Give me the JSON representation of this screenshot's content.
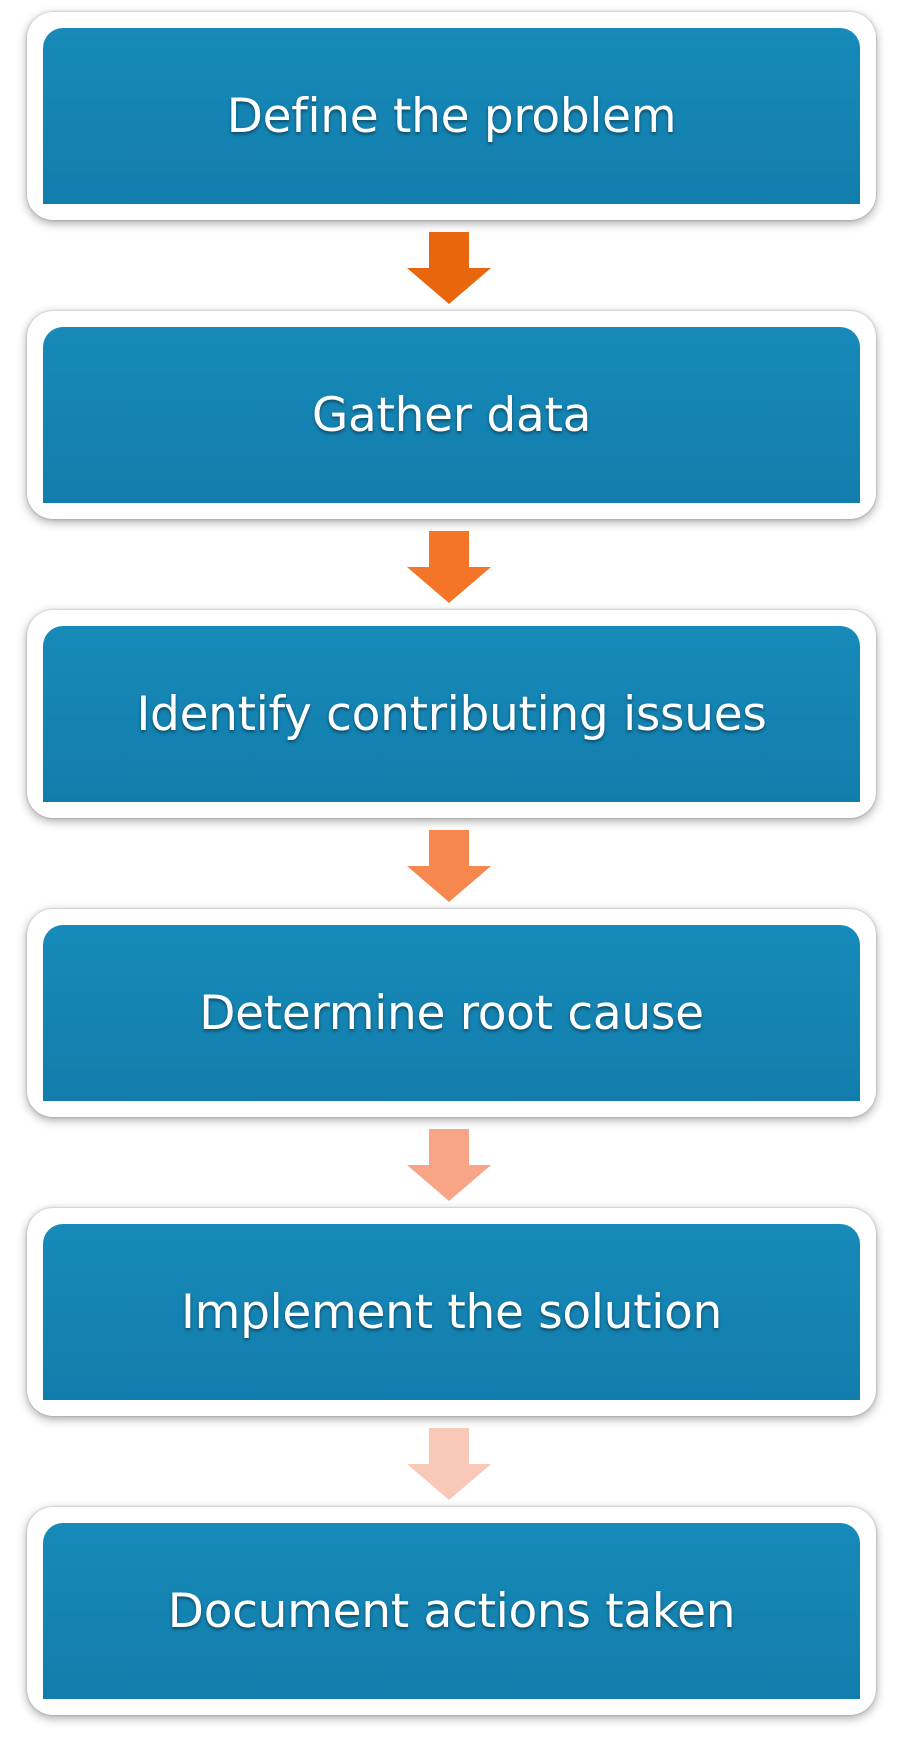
{
  "steps": [
    {
      "label": "Define the problem"
    },
    {
      "label": "Gather data"
    },
    {
      "label": "Identify contributing issues"
    },
    {
      "label": "Determine root cause"
    },
    {
      "label": "Implement the solution"
    },
    {
      "label": "Document actions taken"
    }
  ],
  "colors": {
    "box_fill": "#1584b2",
    "card_border": "#ffffff",
    "text": "#ffffff",
    "arrows": [
      "#e8660d",
      "#f47428",
      "#f6874e",
      "#f7a487",
      "#f8c8b9"
    ]
  }
}
